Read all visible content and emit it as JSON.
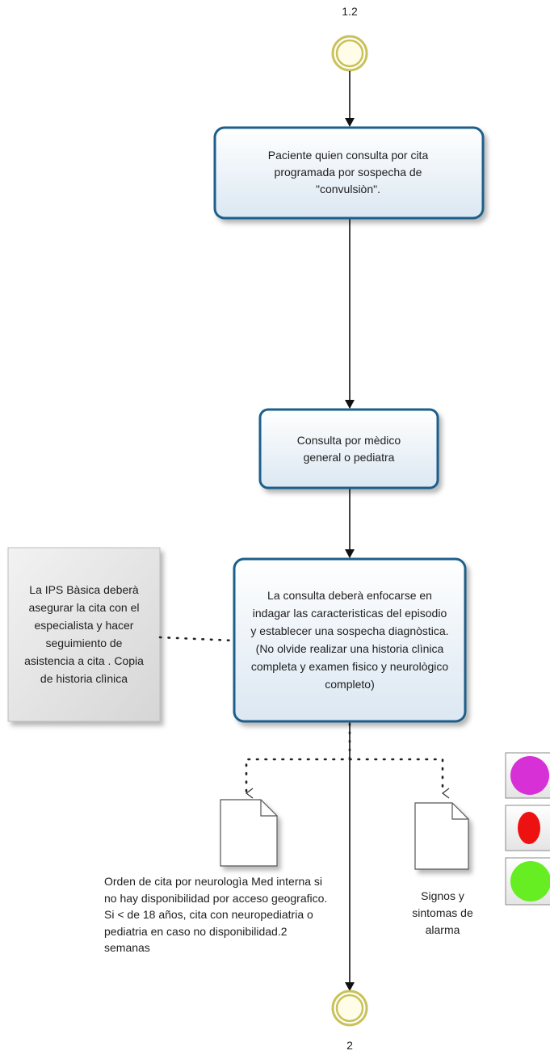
{
  "start_event": {
    "label": "1.2"
  },
  "end_event": {
    "label": "2"
  },
  "tasks": [
    {
      "id": "task1",
      "text": "Paciente quien consulta por cita programada por sospecha de \"convulsiòn\"."
    },
    {
      "id": "task2",
      "text": "Consulta por mèdico general o pediatra"
    },
    {
      "id": "task3",
      "text": "La consulta deberà enfocarse en indagar las caracteristicas del episodio y establecer una sospecha diagnòstica.(No olvide realizar una historia clìnica completa y examen fisico y neurològico completo)"
    }
  ],
  "annotation": {
    "text": "La IPS Bàsica deberà asegurar la cita con el especialista y hacer seguimiento de asistencia a cita . Copia de historia clìnica"
  },
  "documents": [
    {
      "id": "doc-orden",
      "label": "Orden de cita por neurologìa Med interna si no hay disponibilidad por acceso geografico. Si < de 18 años, cita con neuropediatria o pediatria en caso no disponibilidad.2 semanas"
    },
    {
      "id": "doc-signos",
      "label": "Signos y sintomas de alarma"
    }
  ],
  "legend": [
    {
      "name": "magenta-circle",
      "color": "#d630d6"
    },
    {
      "name": "red-ellipse",
      "color": "#ee1111"
    },
    {
      "name": "green-circle",
      "color": "#66ee22"
    }
  ],
  "colors": {
    "task_border": "#1f5f8b",
    "task_fill_top": "#ffffff",
    "task_fill_bottom": "#dde8f2",
    "event_border": "#c9c25a",
    "annotation_fill": "#e6e6e6"
  }
}
